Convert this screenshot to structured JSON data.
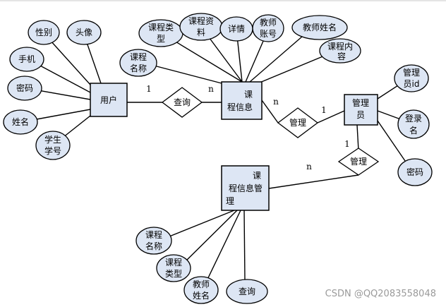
{
  "entities": {
    "user": "用户",
    "course_info": [
      "课",
      "程信息"
    ],
    "admin": [
      "管理",
      "员"
    ],
    "course_mgmt": [
      "课",
      "程信息管",
      "理"
    ]
  },
  "relationships": {
    "query": "查询",
    "manage_info": "管理",
    "manage_mgmt": "管理"
  },
  "cardinalities": {
    "user_query": "1",
    "query_course": "n",
    "course_manage": "n",
    "manage_admin": "1",
    "admin_manage2": "1",
    "manage2_mgmt": "n"
  },
  "user_attributes": {
    "gender": "性别",
    "avatar": "头像",
    "phone": "手机",
    "password": "密码",
    "name": "姓名",
    "student_id": [
      "学生",
      "学号"
    ]
  },
  "course_attributes": {
    "course_type": [
      "课程类",
      "型"
    ],
    "course_material": [
      "课程资",
      "料"
    ],
    "details": "详情",
    "teacher_account": [
      "教师",
      "账号"
    ],
    "teacher_name": "教师姓名",
    "course_name": [
      "课程",
      "名称"
    ],
    "course_content": [
      "课程内",
      "容"
    ]
  },
  "admin_attributes": {
    "admin_id": [
      "管理",
      "员id"
    ],
    "login_name": [
      "登录",
      "名"
    ],
    "password": "密码"
  },
  "mgmt_attributes": {
    "course_name": [
      "课程",
      "名称"
    ],
    "course_type": [
      "课程",
      "类型"
    ],
    "teacher_name": [
      "教师",
      "姓名"
    ],
    "query": "查询"
  },
  "watermark": "CSDN @QQ2083558048"
}
